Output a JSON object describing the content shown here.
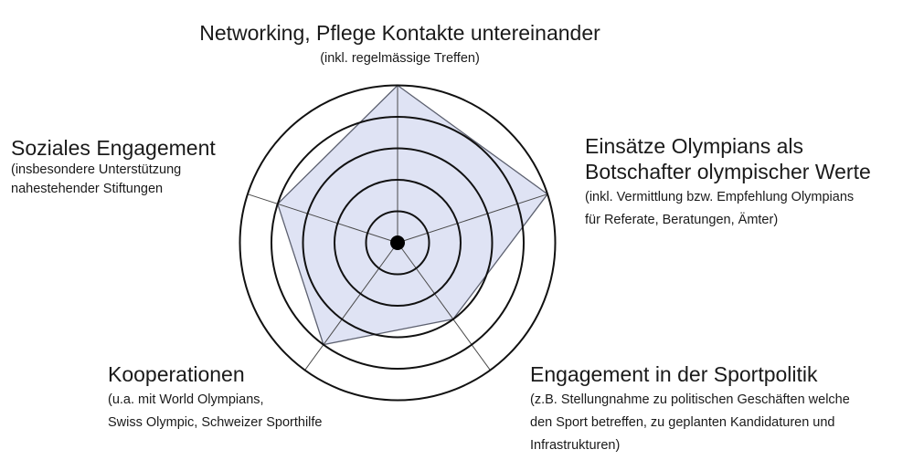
{
  "chart_data": {
    "type": "radar",
    "rings": 5,
    "max_value": 5,
    "center_marker": true,
    "colors": {
      "fill": "#dfe3f4",
      "stroke": "#5d6170",
      "rings": "#111111",
      "spokes": "#4a4a4a"
    },
    "axes": [
      {
        "title": "Networking, Pflege Kontakte untereinander",
        "subtitle_lines": [
          "(inkl. regelmässige Treffen)"
        ],
        "value": 5
      },
      {
        "title_lines": [
          "Einsätze Olympians als",
          "Botschafter olympischer Werte"
        ],
        "subtitle_lines": [
          "(inkl. Vermittlung bzw. Empfehlung  Olympians",
          "für Referate, Beratungen, Ämter)"
        ],
        "value": 5
      },
      {
        "title": "Engagement in der Sportpolitik",
        "subtitle_lines": [
          "(z.B. Stellungnahme zu politischen Geschäften welche",
          "den Sport betreffen, zu geplanten Kandidaturen und",
          "Infrastrukturen)"
        ],
        "value": 3
      },
      {
        "title": "Kooperationen",
        "subtitle_lines": [
          "(u.a. mit World Olympians,",
          "Swiss Olympic, Schweizer Sporthilfe"
        ],
        "value": 4
      },
      {
        "title": "Soziales Engagement",
        "subtitle_lines": [
          "(insbesondere Unterstützung",
          "nahestehender Stiftungen"
        ],
        "value": 4
      }
    ]
  }
}
